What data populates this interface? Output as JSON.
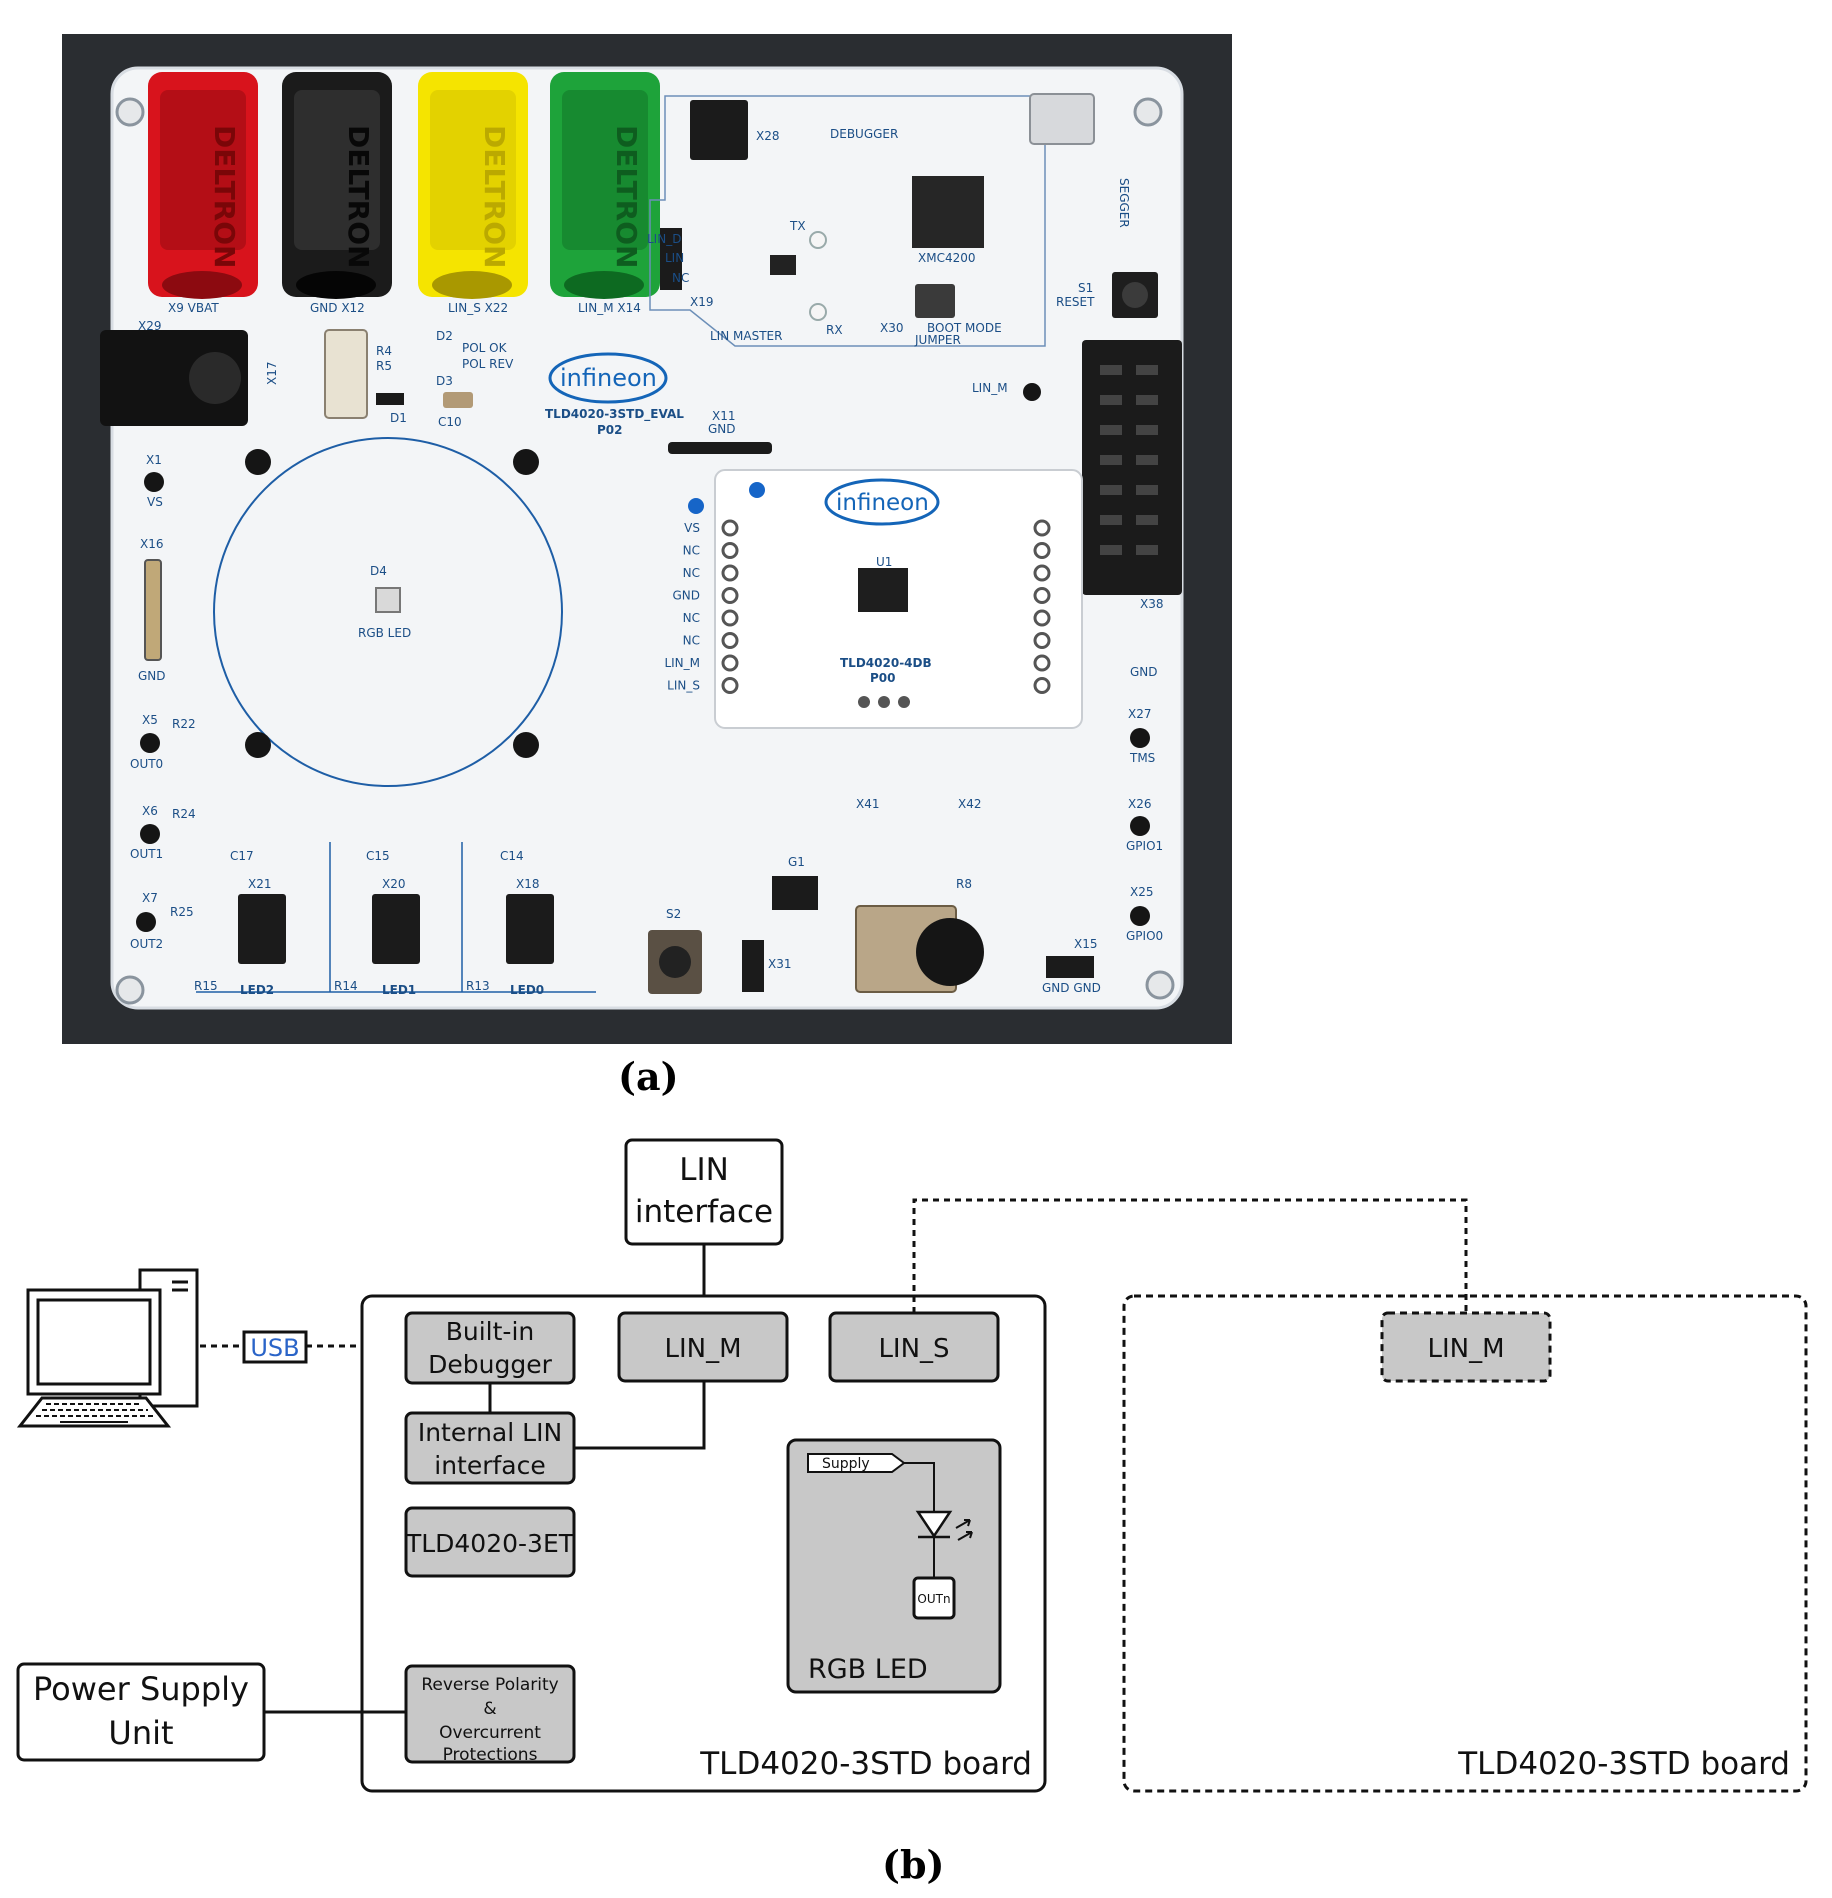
{
  "panel_a": {
    "caption": "(a)",
    "connectors": [
      {
        "brand": "DELTRON",
        "color": "#d8131c",
        "label": "X9 VBAT"
      },
      {
        "brand": "DELTRON",
        "color": "#1b1b1b",
        "label": "GND X12"
      },
      {
        "brand": "DELTRON",
        "color": "#f5e400",
        "label": "LIN_S X22"
      },
      {
        "brand": "DELTRON",
        "color": "#1ea33a",
        "label": "LIN_M X14"
      }
    ],
    "logo_main": "infineon",
    "board_name": "TLD4020-3STD_EVAL",
    "board_rev": "P02",
    "x11_label": "X11",
    "x11_sub": "GND",
    "debugger_label": "DEBUGGER",
    "x28_label": "X28",
    "lin_master_label": "LIN MASTER",
    "tx_label": "TX",
    "rx_label": "RX",
    "mcu_label": "XMC4200",
    "boot_label": "BOOT MODE",
    "jumper_label": "JUMPER",
    "x30_label": "X30",
    "s1_label": "S1",
    "reset_label": "RESET",
    "segger_label": "SEGGER",
    "x17_label": "X17",
    "x29_label": "X29",
    "pol_ok": "POL OK",
    "pol_rev": "POL REV",
    "parts_top": [
      "R4",
      "R5",
      "D2",
      "D3",
      "D1",
      "C10"
    ],
    "lin_jumper_labels": [
      "LIN_D",
      "LIN",
      "NC"
    ],
    "x19_label": "X19",
    "d4_label": "D4",
    "rgb_led_label": "RGB LED",
    "x1_label": "X1",
    "x1_sub": "VS",
    "x16_label": "X16",
    "x16_sub": "GND",
    "outputs": [
      {
        "tp": "X5",
        "res": "R22",
        "sig": "OUT0"
      },
      {
        "tp": "X6",
        "res": "R24",
        "sig": "OUT1"
      },
      {
        "tp": "X7",
        "res": "R25",
        "sig": "OUT2"
      }
    ],
    "led_groups": [
      {
        "conn": "X21",
        "cap": "C17",
        "res": "R15",
        "name": "LED2"
      },
      {
        "conn": "X20",
        "cap": "C15",
        "res": "R14",
        "name": "LED1"
      },
      {
        "conn": "X18",
        "cap": "C14",
        "res": "R13",
        "name": "LED0"
      }
    ],
    "daughter_pins": [
      "VS",
      "NC",
      "NC",
      "GND",
      "NC",
      "NC",
      "LIN_M",
      "LIN_S"
    ],
    "daughter_logo": "infineon",
    "daughter_name": "TLD4020-4DB",
    "daughter_rev": "P00",
    "u1_label": "U1",
    "x38_label": "X38",
    "lin_m_pin": "LIN_M",
    "right_tps": [
      {
        "tp": "X27",
        "sig": "TMS"
      },
      {
        "tp": "X26",
        "sig": "GPIO1"
      },
      {
        "tp": "X25",
        "sig": "GPIO0"
      }
    ],
    "gnd_right": "GND",
    "x15_label": "X15",
    "x15_sub": "GND GND",
    "s2_label": "S2",
    "x31_label": "X31",
    "g1_label": "G1",
    "r8_label": "R8",
    "x41_label": "X41",
    "x42_label": "X42"
  },
  "panel_b": {
    "caption": "(b)",
    "lin_interface": [
      "LIN",
      "interface"
    ],
    "usb_label": "USB",
    "builtin_debugger": [
      "Built-in",
      "Debugger"
    ],
    "lin_m": "LIN_M",
    "lin_s": "LIN_S",
    "internal_lin": [
      "Internal LIN",
      "interface"
    ],
    "tld_3et": "TLD4020-3ET",
    "reverse_polarity": [
      "Reverse Polarity",
      "&",
      "Overcurrent",
      "Protections"
    ],
    "power_supply": [
      "Power Supply",
      "Unit"
    ],
    "rgb_led": "RGB LED",
    "supply_tag": "Supply",
    "outn_tag": "OUTn",
    "board1_label": "TLD4020-3STD board",
    "board2_label": "TLD4020-3STD board",
    "remote_lin_m": "LIN_M"
  },
  "colors": {
    "pcb": "#f2f4f6",
    "silk": "#1b4e86",
    "box_fill": "#c8c8c8",
    "brand_blue": "#1465b8"
  }
}
